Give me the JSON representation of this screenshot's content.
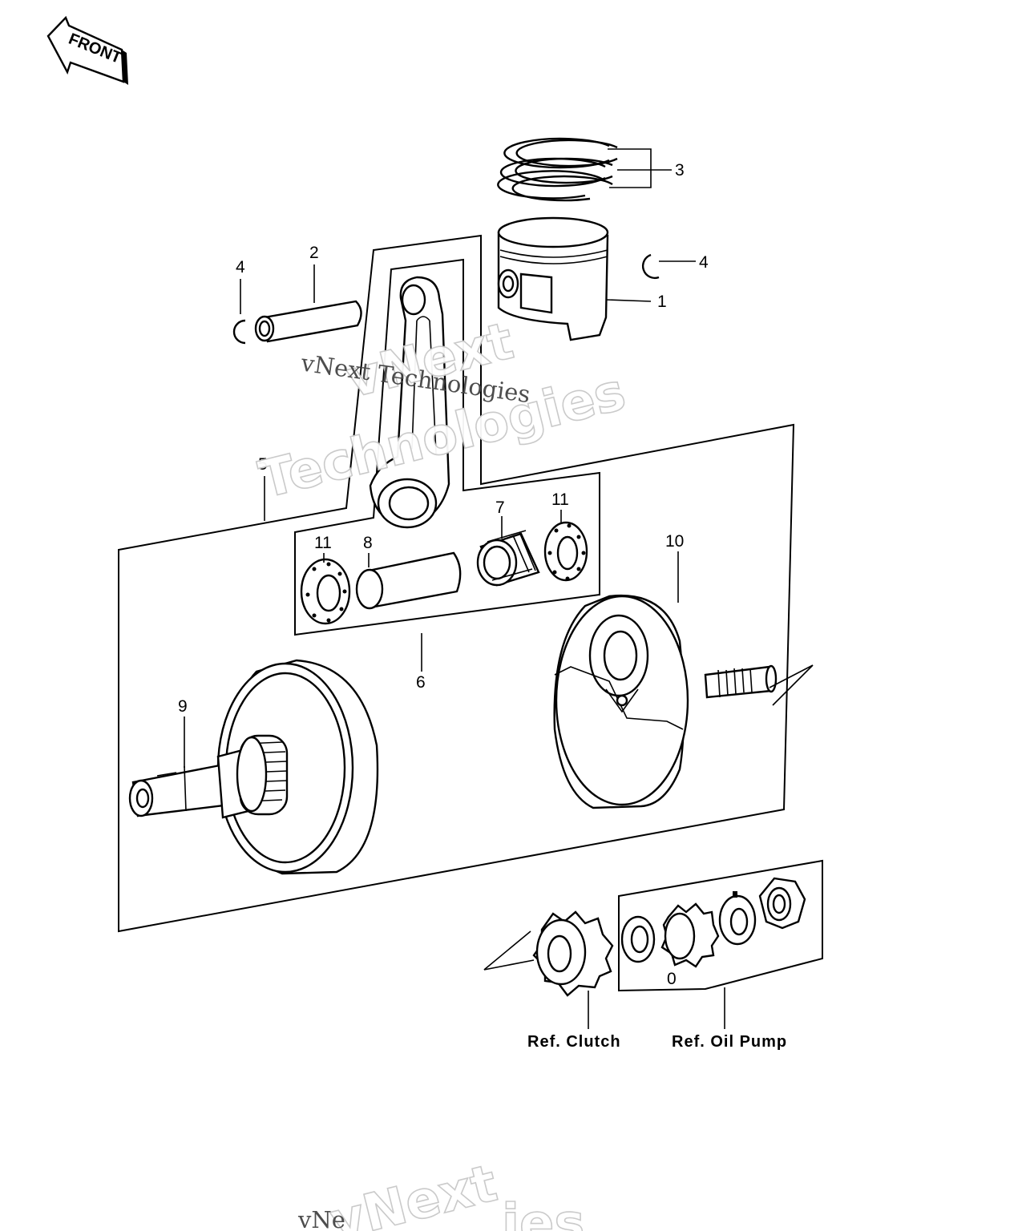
{
  "front_badge": {
    "text": "FRONT"
  },
  "callouts": {
    "c1": "1",
    "c2": "2",
    "c3": "3",
    "c4_left": "4",
    "c4_right": "4",
    "c5": "5",
    "c6": "6",
    "c7": "7",
    "c8": "8",
    "c9": "9",
    "c10": "10",
    "c11_left": "11",
    "c11_right": "11"
  },
  "references": {
    "clutch": "Ref. Clutch",
    "oil_pump": "Ref. Oil Pump"
  },
  "small_mark": "0",
  "watermark": {
    "brand": "vNext",
    "line": "vNext Technologies",
    "word": "Technologies",
    "bottom_brand": "vNext",
    "bottom_partial": "vNe",
    "bottom_word_partial": "ies"
  }
}
